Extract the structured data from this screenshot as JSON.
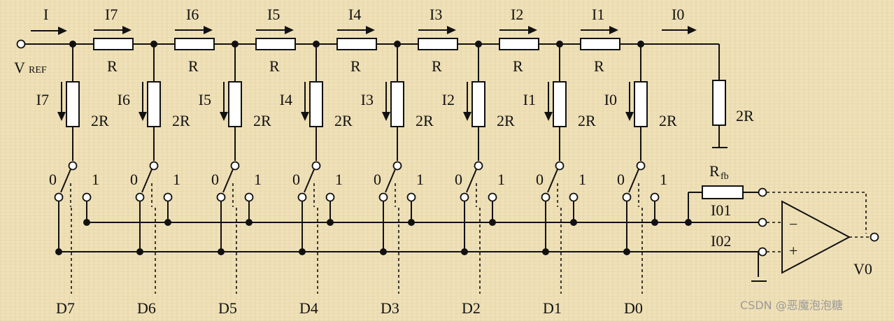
{
  "input": {
    "label": "I",
    "vref": "V",
    "vref_sub": "REF"
  },
  "series_currents": [
    "I7",
    "I6",
    "I5",
    "I4",
    "I3",
    "I2",
    "I1"
  ],
  "terminal_current": "I0",
  "series_resistor": "R",
  "branch_resistor": "2R",
  "branch_currents": [
    "I7",
    "I6",
    "I5",
    "I4",
    "I3",
    "I2",
    "I1",
    "I0"
  ],
  "switch_states": {
    "zero": "0",
    "one": "1"
  },
  "bits": [
    "D7",
    "D6",
    "D5",
    "D4",
    "D3",
    "D2",
    "D1",
    "D0"
  ],
  "feedback": {
    "label": "R",
    "sub": "fb"
  },
  "bus_labels": [
    "I01",
    "I02"
  ],
  "opamp": {
    "minus": "−",
    "plus": "+",
    "output": "V0"
  },
  "watermark": "CSDN @恶魔泡泡糖"
}
